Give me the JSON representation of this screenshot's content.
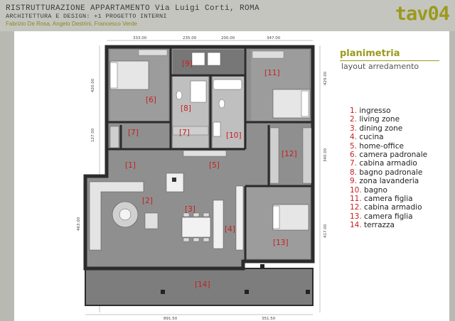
{
  "header": {
    "title_line1": "RISTRUTTURAZIONE APPARTAMENTO Via Luigi Corti, ROMA",
    "title_line2": "ARCHITETTURA E DESIGN: +1 PROGETTO INTERNI",
    "authors": "Fabrizio De Rosa, Angelo Destrini, Francesco Verde",
    "sheet_code": "tav04"
  },
  "legend": {
    "title": "planimetria",
    "subtitle": "layout arredamento",
    "items": [
      {
        "num": "1.",
        "name": "ingresso"
      },
      {
        "num": "2.",
        "name": "living zone"
      },
      {
        "num": "3.",
        "name": "dining zone"
      },
      {
        "num": "4.",
        "name": "cucina"
      },
      {
        "num": "5.",
        "name": "home-office"
      },
      {
        "num": "6.",
        "name": "camera padronale"
      },
      {
        "num": "7.",
        "name": "cabina armadio"
      },
      {
        "num": "8.",
        "name": "bagno padronale"
      },
      {
        "num": "9.",
        "name": "zona lavanderia"
      },
      {
        "num": "10.",
        "name": "bagno"
      },
      {
        "num": "11.",
        "name": "camera figlia"
      },
      {
        "num": "12.",
        "name": "cabina armadio"
      },
      {
        "num": "13.",
        "name": "camera figlia"
      },
      {
        "num": "14.",
        "name": "terrazza"
      }
    ]
  },
  "room_labels": {
    "r1": "[1]",
    "r2": "[2]",
    "r3": "[3]",
    "r4": "[4]",
    "r5": "[5]",
    "r6": "[6]",
    "r7a": "[7]",
    "r7b": "[7]",
    "r8": "[8]",
    "r9": "[9]",
    "r10": "[10]",
    "r11": "[11]",
    "r12": "[12]",
    "r13": "[13]",
    "r14": "[14]"
  },
  "dimensions": {
    "top1": "333.00",
    "top2": "235.00",
    "top3": "200.00",
    "top4": "347.00",
    "left1": "420.00",
    "left2": "127.00",
    "left3": "463.00",
    "right1": "429.00",
    "right2": "340.00",
    "right3": "417.00",
    "bottom1": "891.50",
    "bottom2": "351.50"
  },
  "colors": {
    "accent": "#9b9a1c",
    "room_label": "#c81e1e",
    "floor": "#8f8f8f",
    "wall": "#2b2b2b",
    "terrace": "#7d7d7d"
  }
}
